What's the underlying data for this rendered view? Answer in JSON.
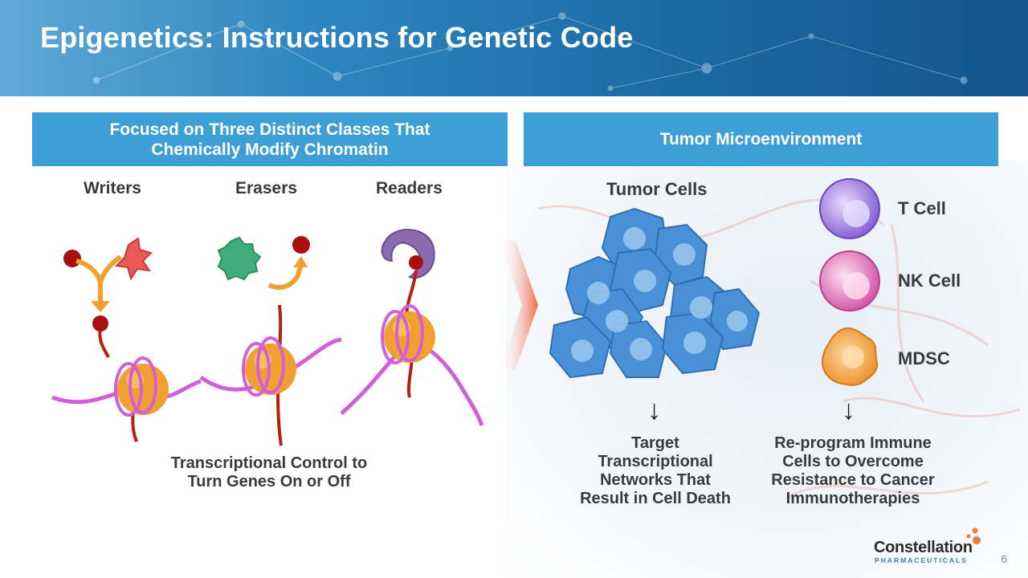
{
  "header": {
    "title": "Epigenetics: Instructions for Genetic Code"
  },
  "left_panel": {
    "band_title": "Focused on Three Distinct Classes That\nChemically Modify Chromatin",
    "classes": [
      "Writers",
      "Erasers",
      "Readers"
    ],
    "caption": "Transcriptional Control to\nTurn Genes On or Off"
  },
  "right_panel": {
    "band_title": "Tumor Microenvironment",
    "tumor_label": "Tumor Cells",
    "immune_cells": [
      "T Cell",
      "NK Cell",
      "MDSC"
    ],
    "tumor_caption": "Target\nTranscriptional\nNetworks That\nResult in Cell Death",
    "immune_caption": "Re-program Immune\nCells to Overcome\nResistance to Cancer\nImmunotherapies",
    "arrow_glyph": "↓"
  },
  "footer": {
    "logo_name": "Constellation",
    "logo_sub": "PHARMACEUTICALS",
    "page_number": "6"
  },
  "colors": {
    "band": "#3e9fd6",
    "header_dark": "#13558f",
    "nucleosome": "#f0a030",
    "dna": "#d25fd9",
    "tumor_cell": "#4a90d6",
    "t_cell": "#a07fe0",
    "nk_cell": "#e27fc4",
    "mdsc": "#f0a040"
  }
}
